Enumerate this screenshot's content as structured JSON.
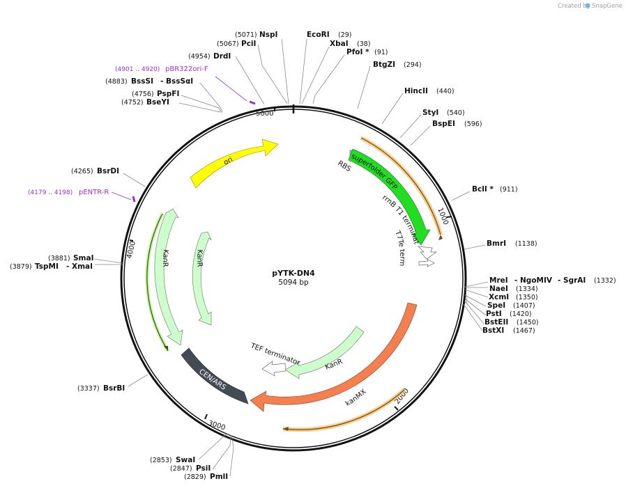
{
  "credit": {
    "created_by": "Created by",
    "brand": "SnapGene"
  },
  "plasmid": {
    "name": "pYTK-DN4",
    "size_label": "5094 bp"
  },
  "colors": {
    "ori": "#ffff00",
    "gfp": "#22dd22",
    "kanr": "#ccffcc",
    "kanmx": "#f47f4f",
    "cen": "#434b55",
    "orf_highlight": "#f9c77a",
    "primer": "#9b30d9",
    "terminator": "#ffffff"
  },
  "ticks": [
    "1000",
    "2000",
    "3000",
    "4000",
    "5000"
  ],
  "features": {
    "ori": "ori",
    "rbs": "RBS",
    "gfp": "superfolder GFP",
    "rrnb": "rrnB T1 terminator",
    "t7te": "T7Te terminator",
    "kanr_left": "KanR",
    "kanr_inner": "KanR",
    "kanr_bottom": "KanR",
    "tef": "TEF terminator",
    "cen": "CEN/ARS",
    "kanmx": "kanMX"
  },
  "enzymes": [
    {
      "name": "NspI",
      "pos": "(5071)"
    },
    {
      "name": "PciI",
      "pos": "(5067)"
    },
    {
      "name": "DrdI",
      "pos": "(4954)"
    },
    {
      "name": "BssSI",
      "pos": "(4883)",
      "extra": "- BssSαI"
    },
    {
      "name": "PspFI",
      "pos": "(4756)"
    },
    {
      "name": "BseYI",
      "pos": "(4752)"
    },
    {
      "name": "BsrDI",
      "pos": "(4265)"
    },
    {
      "name": "SmaI",
      "pos": "(3881)"
    },
    {
      "name": "TspMI",
      "pos": "(3879)",
      "extra": "- XmaI"
    },
    {
      "name": "BsrBI",
      "pos": "(3337)"
    },
    {
      "name": "SwaI",
      "pos": "(2853)"
    },
    {
      "name": "PsiI",
      "pos": "(2847)"
    },
    {
      "name": "PmlI",
      "pos": "(2829)"
    },
    {
      "name": "EcoRI",
      "pos": "(29)"
    },
    {
      "name": "XbaI",
      "pos": "(38)"
    },
    {
      "name": "PfoI *",
      "pos": "(91)"
    },
    {
      "name": "BtgZI",
      "pos": "(294)"
    },
    {
      "name": "HincII",
      "pos": "(440)"
    },
    {
      "name": "StyI",
      "pos": "(540)"
    },
    {
      "name": "BspEI",
      "pos": "(596)"
    },
    {
      "name": "BclI *",
      "pos": "(911)"
    },
    {
      "name": "BmrI",
      "pos": "(1138)"
    },
    {
      "name": "MreI",
      "pos": "(1332)",
      "extra": "- NgoMIV",
      "extra2": "- SgrAI"
    },
    {
      "name": "NaeI",
      "pos": "(1334)"
    },
    {
      "name": "XcmI",
      "pos": "(1350)"
    },
    {
      "name": "SpeI",
      "pos": "(1407)"
    },
    {
      "name": "PstI",
      "pos": "(1420)"
    },
    {
      "name": "BstEII",
      "pos": "(1450)"
    },
    {
      "name": "BstXI",
      "pos": "(1467)"
    }
  ],
  "primers": [
    {
      "name": "pBR322ori-F",
      "range": "(4901 .. 4920)"
    },
    {
      "name": "pENTR-R",
      "range": "(4179 .. 4198)"
    }
  ]
}
